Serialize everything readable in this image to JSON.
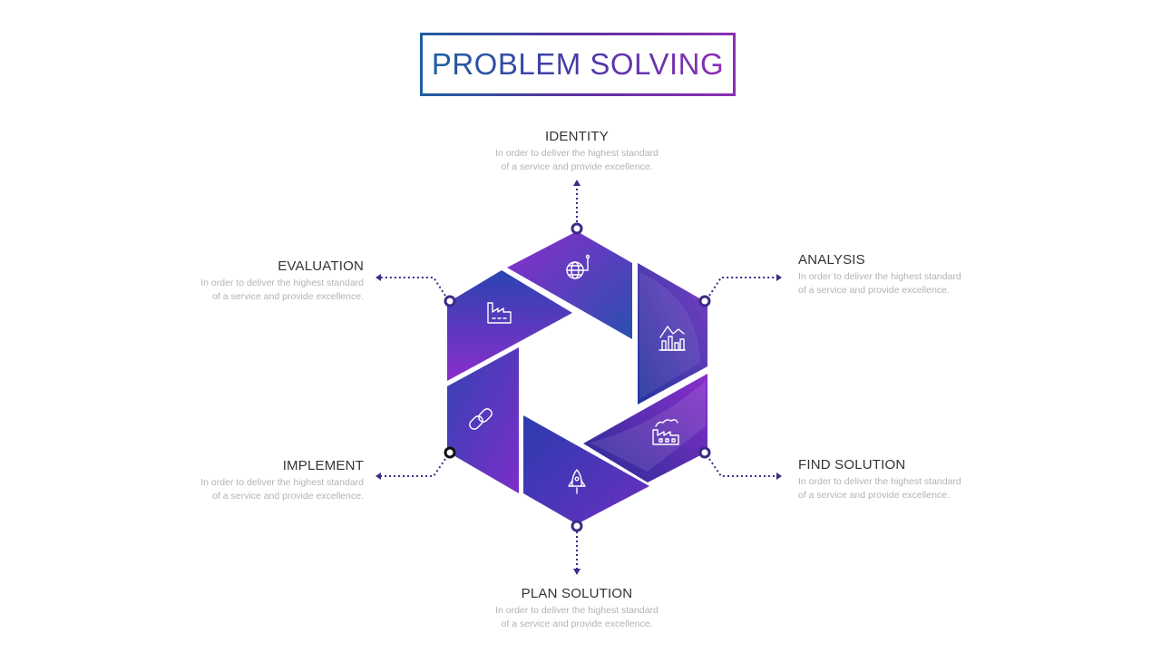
{
  "title": "PROBLEM SOLVING",
  "colors": {
    "title_start": "#1d5fa0",
    "title_end": "#8a2fb4",
    "segment_blue": "#2c3fb0",
    "segment_purple": "#7d2bc6",
    "connector": "#3d2a85"
  },
  "steps": [
    {
      "title": "IDENTITY",
      "desc_line1": "In order to deliver the highest standard",
      "desc_line2": "of a service and provide excellence.",
      "icon": "globe-network-icon"
    },
    {
      "title": "ANALYSIS",
      "desc_line1": "In order to deliver the highest standard",
      "desc_line2": "of a service and provide excellence.",
      "icon": "chart-growth-icon"
    },
    {
      "title": "FIND SOLUTION",
      "desc_line1": "In order to deliver the highest standard",
      "desc_line2": "of a service and provide excellence.",
      "icon": "factory-smoke-icon"
    },
    {
      "title": "PLAN SOLUTION",
      "desc_line1": "In order to deliver the highest standard",
      "desc_line2": "of a service and provide excellence.",
      "icon": "rocket-icon"
    },
    {
      "title": "IMPLEMENT",
      "desc_line1": "In order to deliver the highest standard",
      "desc_line2": "of a service and provide excellence.",
      "icon": "link-icon"
    },
    {
      "title": "EVALUATION",
      "desc_line1": "In order to deliver the highest standard",
      "desc_line2": "of a service and provide excellence.",
      "icon": "factory-icon"
    }
  ]
}
